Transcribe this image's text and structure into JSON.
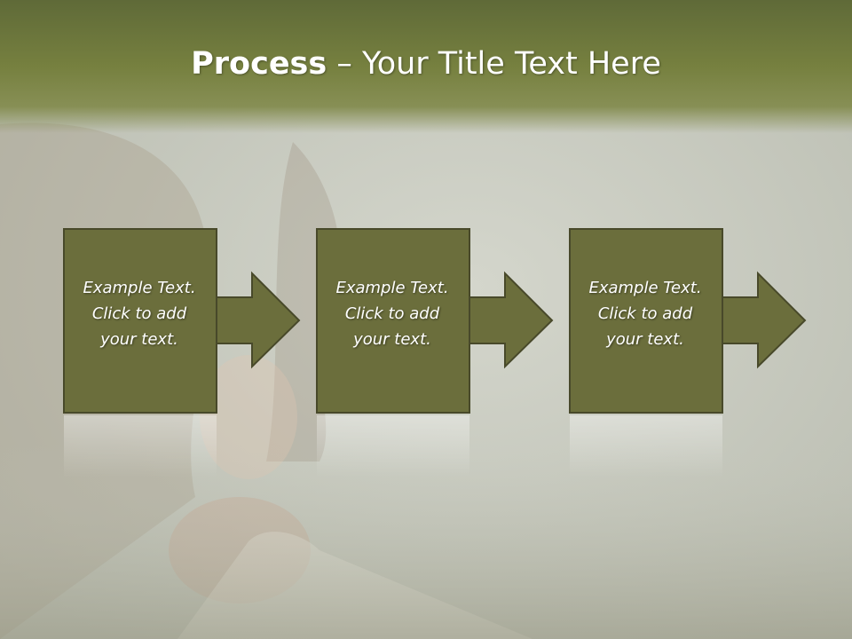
{
  "slide": {
    "title_bold": "Process",
    "title_rest": " – Your Title Text Here"
  },
  "steps": [
    {
      "line1": "Example Text.",
      "line2": "Click  to add",
      "line3": "your text."
    },
    {
      "line1": "Example Text.",
      "line2": "Click  to add",
      "line3": "your text."
    },
    {
      "line1": "Example Text.",
      "line2": "Click  to add",
      "line3": "your text."
    }
  ],
  "colors": {
    "box_fill": "#6b6e3c",
    "box_border": "#48492a",
    "title_band": "#6f7a3d"
  }
}
